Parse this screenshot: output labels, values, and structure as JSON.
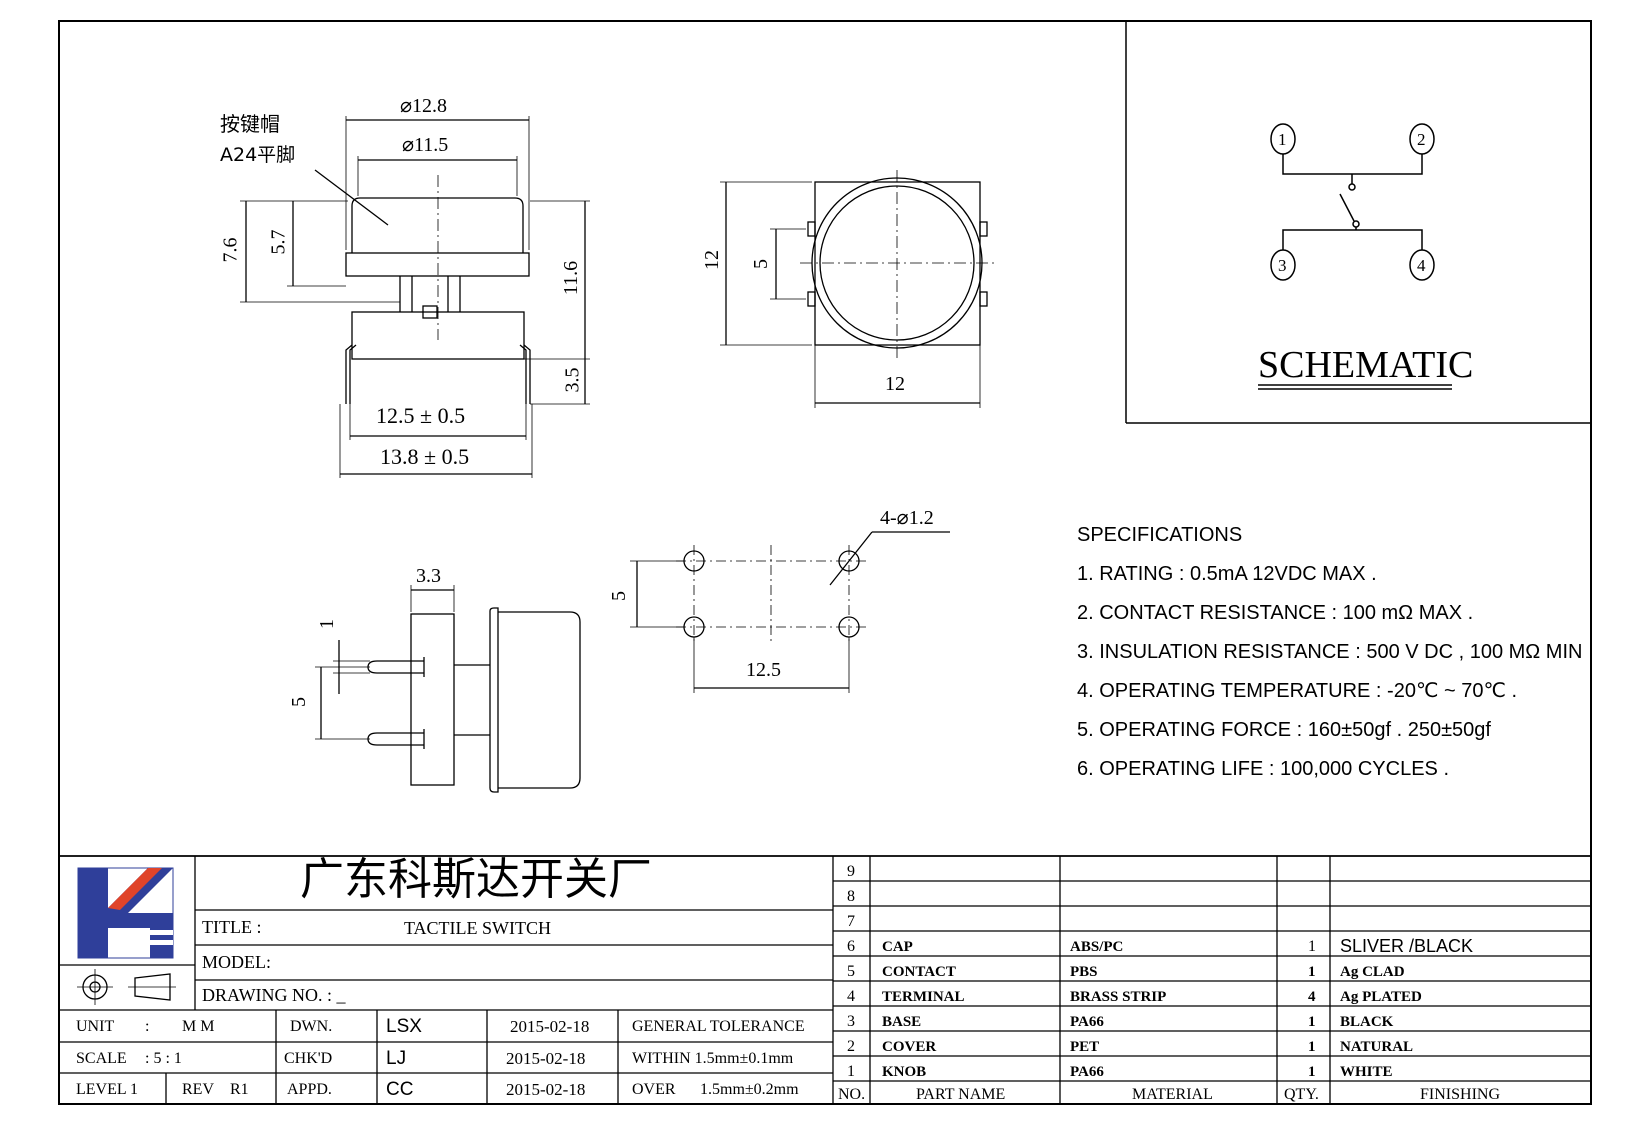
{
  "front_view": {
    "cap_note_line1": "按键帽",
    "cap_note_line2": "A24平脚",
    "dim_cap_outer": "⌀12.8",
    "dim_cap_inner": "⌀11.5",
    "dim_height_total": "7.6",
    "dim_cap_height": "5.7",
    "dim_height_overall": "11.6",
    "dim_leg_length": "3.5",
    "dim_leg_span_inner": "12.5 ± 0.5",
    "dim_leg_span_outer": "13.8 ± 0.5"
  },
  "top_view": {
    "dim_body_height": "12",
    "dim_pin_pitch": "5",
    "dim_body_width": "12"
  },
  "side_view": {
    "dim_body_thickness": "3.3",
    "dim_pin_dia": "1",
    "dim_pin_pitch": "5"
  },
  "pcb_layout": {
    "dim_hole": "4-⌀1.2",
    "dim_vertical_pitch": "5",
    "dim_horizontal_pitch": "12.5"
  },
  "schematic": {
    "pin_labels": [
      "1",
      "2",
      "3",
      "4"
    ],
    "title": "SCHEMATIC"
  },
  "specifications": {
    "heading": "SPECIFICATIONS",
    "items": [
      "1. RATING : 0.5mA 12VDC MAX .",
      "2. CONTACT RESISTANCE : 100 mΩ MAX .",
      "3. INSULATION RESISTANCE : 500 V DC , 100 MΩ MIN",
      "4. OPERATING TEMPERATURE : -20℃ ~ 70℃ .",
      "5. OPERATING FORCE : 160±50gf . 250±50gf",
      "6. OPERATING LIFE : 100,000 CYCLES ."
    ]
  },
  "title_block": {
    "company": "广东科斯达开关厂",
    "title_label": "TITLE :",
    "title_value": "TACTILE SWITCH",
    "model_label": "MODEL:",
    "drawing_no_label": "DRAWING NO. : _",
    "unit_label": "UNIT",
    "unit_colon": ":",
    "unit_value": "M M",
    "scale_label": "SCALE",
    "scale_value": ":   5 : 1",
    "level_label": "LEVEL 1",
    "rev_label": "REV",
    "rev_value": "R1",
    "dwn_label": "DWN.",
    "chkd_label": "CHK'D",
    "appd_label": "APPD.",
    "dwn_by": "LSX",
    "chkd_by": "LJ",
    "appd_by": "CC",
    "dwn_date": "2015-02-18",
    "chkd_date": "2015-02-18",
    "appd_date": "2015-02-18",
    "tol_heading": "GENERAL TOLERANCE",
    "tol_within": "WITHIN 1.5mm±0.1mm",
    "tol_over_label": "OVER",
    "tol_over_value": "1.5mm±0.2mm"
  },
  "bom": {
    "header": {
      "no": "NO.",
      "part_name": "PART   NAME",
      "material": "MATERIAL",
      "qty": "QTY.",
      "finishing": "FINISHING"
    },
    "rows": [
      {
        "no": "9",
        "part": "",
        "material": "",
        "qty": "",
        "finishing": ""
      },
      {
        "no": "8",
        "part": "",
        "material": "",
        "qty": "",
        "finishing": ""
      },
      {
        "no": "7",
        "part": "",
        "material": "",
        "qty": "",
        "finishing": ""
      },
      {
        "no": "6",
        "part": "CAP",
        "material": "ABS/PC",
        "qty": "1",
        "finishing": "SLIVER /BLACK"
      },
      {
        "no": "5",
        "part": "CONTACT",
        "material": "PBS",
        "qty": "1",
        "finishing": "Ag CLAD"
      },
      {
        "no": "4",
        "part": "TERMINAL",
        "material": "BRASS STRIP",
        "qty": "4",
        "finishing": "Ag PLATED"
      },
      {
        "no": "3",
        "part": "BASE",
        "material": "PA66",
        "qty": "1",
        "finishing": "BLACK"
      },
      {
        "no": "2",
        "part": "COVER",
        "material": "PET",
        "qty": "1",
        "finishing": "NATURAL"
      },
      {
        "no": "1",
        "part": "KNOB",
        "material": "PA66",
        "qty": "1",
        "finishing": "WHITE"
      }
    ]
  },
  "colors": {
    "line": "#000000",
    "logo_blue": "#2f3f9a",
    "logo_red": "#e0442a"
  }
}
